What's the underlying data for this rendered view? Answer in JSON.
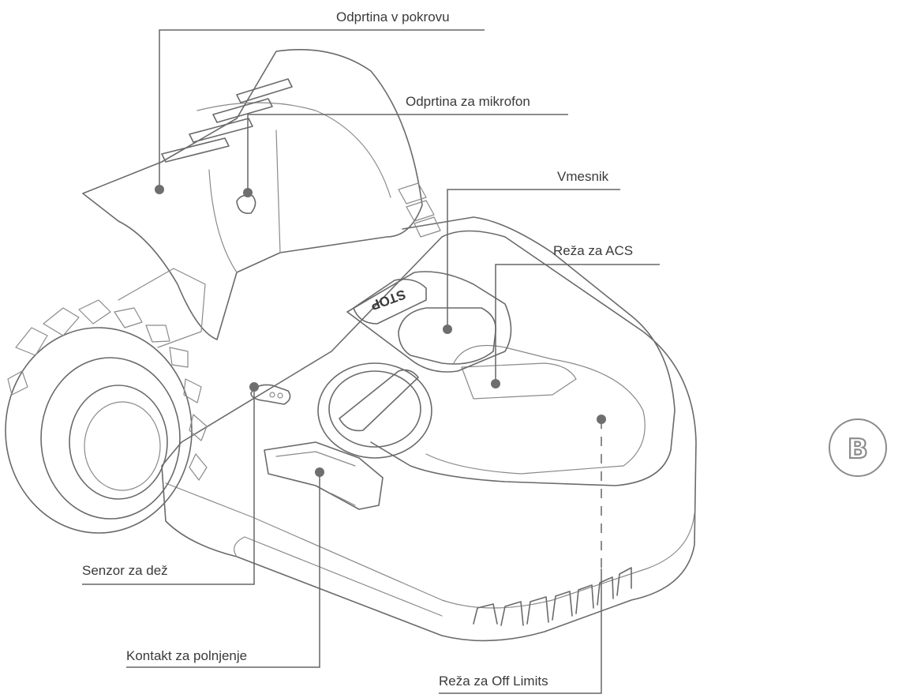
{
  "callouts": [
    {
      "id": "cover-vent",
      "text": "Odprtina v pokrovu"
    },
    {
      "id": "mic-hole",
      "text": "Odprtina za mikrofon"
    },
    {
      "id": "interface",
      "text": "Vmesnik"
    },
    {
      "id": "acs-slot",
      "text": "Reža za ACS"
    },
    {
      "id": "rain-sensor",
      "text": "Senzor za dež"
    },
    {
      "id": "charging-contact",
      "text": "Kontakt za polnjenje"
    },
    {
      "id": "off-limits-slot",
      "text": "Reža za Off Limits"
    }
  ],
  "stop_button": {
    "text": "STOP"
  },
  "badge": {
    "letter": "B"
  },
  "colors": {
    "outline": "#6a6a6a",
    "leader": "#666666",
    "dot": "#6e6e6e",
    "label": "#3a3a3a",
    "badge_fill": "#8c8c8c",
    "badge_stroke": "#8c8c8c"
  }
}
